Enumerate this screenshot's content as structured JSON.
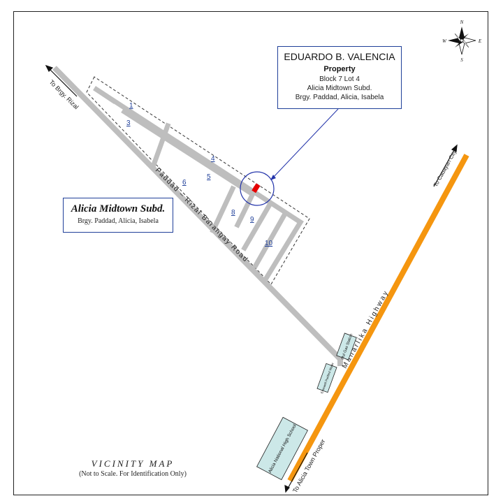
{
  "map": {
    "title": "VICINITY MAP",
    "note": "(Not to Scale. For Identification Only)"
  },
  "owner": {
    "name": "EDUARDO B. VALENCIA",
    "property_label": "Property",
    "lot": "Block 7 Lot 4",
    "subdivision": "Alicia Midtown Subd.",
    "address": "Brgy. Paddad, Alicia, Isabela"
  },
  "subdivision": {
    "name": "Alicia Midtown Subd.",
    "location": "Brgy. Paddad, Alicia, Isabela"
  },
  "compass": {
    "n": "N",
    "s": "S",
    "e": "E",
    "w": "W"
  },
  "roads": {
    "rizal_direction": "To Brgy. Rizal",
    "barangay_road": "Paddad – Rizal Barangay Road",
    "highway": "Maharlika Highway",
    "cauayan_direction": "To Cauayan City",
    "alicia_direction": "To Alicia Town Proper"
  },
  "blocks": [
    "1",
    "3",
    "4",
    "5",
    "6",
    "8",
    "9",
    "10"
  ],
  "landmarks": {
    "gas_station": "Mul Gas Station",
    "water": "Everwell Purified Water",
    "school": "Alicia National High School"
  },
  "colors": {
    "road": "#bebebe",
    "highway": "#f5960f",
    "label_box": "#cce8e8",
    "property": "#e60000",
    "leader": "#2233aa",
    "block_label": "#1f3f99"
  }
}
